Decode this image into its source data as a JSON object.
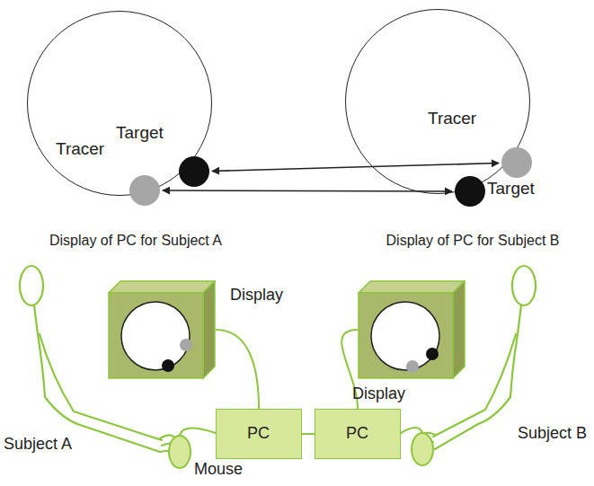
{
  "diagram": {
    "nodes": [
      {
        "text": [
          "Display of PC for Subject A"
        ]
      },
      {
        "text": [
          "Target"
        ],
        "in": 0
      },
      {
        "text": [
          "Tracer"
        ],
        "in": 0
      },
      {
        "text": [
          "Display of PC for Subject B"
        ]
      },
      {
        "text": [
          "Tracer"
        ],
        "in": 3
      },
      {
        "text": [
          "Target"
        ],
        "in": 3
      },
      {
        "text": [
          "Display"
        ]
      },
      {
        "text": [
          "PC"
        ]
      },
      {
        "text": [
          "PC"
        ]
      },
      {
        "text": [
          "Display"
        ]
      }
    ],
    "edges": [
      {
        "from": 1,
        "to": 4,
        "arrow": "both"
      },
      {
        "from": 2,
        "to": 5,
        "arrow": "both"
      },
      {
        "from": 6,
        "to": 7,
        "arrow": "none"
      },
      {
        "from": 7,
        "to": 8,
        "arrow": "none"
      },
      {
        "from": 9,
        "to": 8,
        "arrow": "none"
      }
    ],
    "labels": [
      "Subject A",
      "Mouse",
      "Subject B"
    ]
  }
}
